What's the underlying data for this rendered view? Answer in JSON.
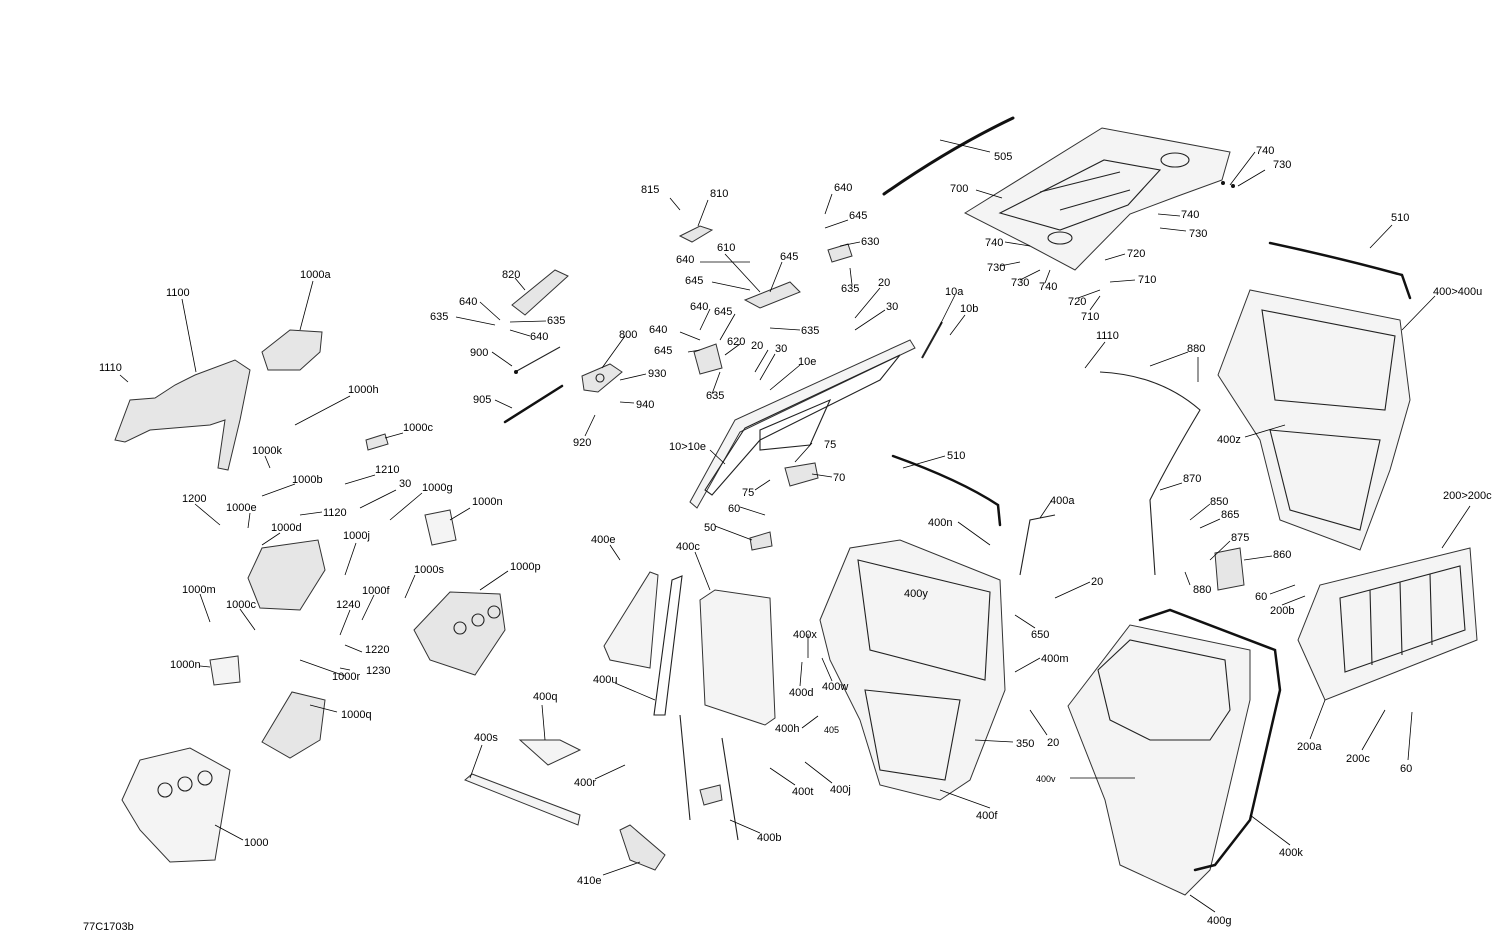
{
  "drawing_number": "77C1703b",
  "callouts": [
    {
      "id": "505",
      "text": "505"
    },
    {
      "id": "700",
      "text": "700"
    },
    {
      "id": "740a",
      "text": "740"
    },
    {
      "id": "730a",
      "text": "730"
    },
    {
      "id": "740b",
      "text": "740"
    },
    {
      "id": "730b",
      "text": "730"
    },
    {
      "id": "740c",
      "text": "740"
    },
    {
      "id": "730c",
      "text": "730"
    },
    {
      "id": "730d",
      "text": "730"
    },
    {
      "id": "740d",
      "text": "740"
    },
    {
      "id": "720a",
      "text": "720"
    },
    {
      "id": "710a",
      "text": "710"
    },
    {
      "id": "720b",
      "text": "720"
    },
    {
      "id": "710b",
      "text": "710"
    },
    {
      "id": "510a",
      "text": "510"
    },
    {
      "id": "400-400u",
      "text": "400>400u"
    },
    {
      "id": "1110b",
      "text": "1110"
    },
    {
      "id": "880a",
      "text": "880"
    },
    {
      "id": "400z",
      "text": "400z"
    },
    {
      "id": "870",
      "text": "870"
    },
    {
      "id": "850",
      "text": "850"
    },
    {
      "id": "865",
      "text": "865"
    },
    {
      "id": "875",
      "text": "875"
    },
    {
      "id": "860",
      "text": "860"
    },
    {
      "id": "880b",
      "text": "880"
    },
    {
      "id": "60a",
      "text": "60"
    },
    {
      "id": "200b",
      "text": "200b"
    },
    {
      "id": "200-200c",
      "text": "200>200c"
    },
    {
      "id": "200a",
      "text": "200a"
    },
    {
      "id": "200c",
      "text": "200c"
    },
    {
      "id": "60b",
      "text": "60"
    },
    {
      "id": "815",
      "text": "815"
    },
    {
      "id": "810",
      "text": "810"
    },
    {
      "id": "640a",
      "text": "640"
    },
    {
      "id": "645a",
      "text": "645"
    },
    {
      "id": "630",
      "text": "630"
    },
    {
      "id": "610",
      "text": "610"
    },
    {
      "id": "640b",
      "text": "640"
    },
    {
      "id": "645b",
      "text": "645"
    },
    {
      "id": "645c",
      "text": "645"
    },
    {
      "id": "635a",
      "text": "635"
    },
    {
      "id": "20a",
      "text": "20"
    },
    {
      "id": "30a",
      "text": "30"
    },
    {
      "id": "640c",
      "text": "640"
    },
    {
      "id": "645d",
      "text": "645"
    },
    {
      "id": "635b",
      "text": "635"
    },
    {
      "id": "640d",
      "text": "640"
    },
    {
      "id": "620",
      "text": "620"
    },
    {
      "id": "645e",
      "text": "645"
    },
    {
      "id": "20b",
      "text": "20"
    },
    {
      "id": "30b",
      "text": "30"
    },
    {
      "id": "635c",
      "text": "635"
    },
    {
      "id": "10e",
      "text": "10e"
    },
    {
      "id": "10a",
      "text": "10a"
    },
    {
      "id": "10b",
      "text": "10b"
    },
    {
      "id": "820",
      "text": "820"
    },
    {
      "id": "640e",
      "text": "640"
    },
    {
      "id": "635d",
      "text": "635"
    },
    {
      "id": "635e",
      "text": "635"
    },
    {
      "id": "640f",
      "text": "640"
    },
    {
      "id": "800",
      "text": "800"
    },
    {
      "id": "900",
      "text": "900"
    },
    {
      "id": "930",
      "text": "930"
    },
    {
      "id": "905",
      "text": "905"
    },
    {
      "id": "940",
      "text": "940"
    },
    {
      "id": "920",
      "text": "920"
    },
    {
      "id": "10-10e",
      "text": "10>10e"
    },
    {
      "id": "75a",
      "text": "75"
    },
    {
      "id": "70",
      "text": "70"
    },
    {
      "id": "75b",
      "text": "75"
    },
    {
      "id": "60c",
      "text": "60"
    },
    {
      "id": "50",
      "text": "50"
    },
    {
      "id": "510b",
      "text": "510"
    },
    {
      "id": "400a",
      "text": "400a"
    },
    {
      "id": "400n",
      "text": "400n"
    },
    {
      "id": "400y",
      "text": "400y"
    },
    {
      "id": "20c",
      "text": "20"
    },
    {
      "id": "650",
      "text": "650"
    },
    {
      "id": "400m",
      "text": "400m"
    },
    {
      "id": "400x",
      "text": "400x"
    },
    {
      "id": "400d",
      "text": "400d"
    },
    {
      "id": "400w",
      "text": "400w"
    },
    {
      "id": "400h",
      "text": "400h"
    },
    {
      "id": "405",
      "text": "405"
    },
    {
      "id": "350",
      "text": "350"
    },
    {
      "id": "20d",
      "text": "20"
    },
    {
      "id": "400j",
      "text": "400j"
    },
    {
      "id": "400t",
      "text": "400t"
    },
    {
      "id": "400f",
      "text": "400f"
    },
    {
      "id": "400v",
      "text": "400v"
    },
    {
      "id": "400k",
      "text": "400k"
    },
    {
      "id": "400g",
      "text": "400g"
    },
    {
      "id": "400e",
      "text": "400e"
    },
    {
      "id": "400c",
      "text": "400c"
    },
    {
      "id": "400u",
      "text": "400u"
    },
    {
      "id": "400q",
      "text": "400q"
    },
    {
      "id": "400s",
      "text": "400s"
    },
    {
      "id": "400r",
      "text": "400r"
    },
    {
      "id": "400b",
      "text": "400b"
    },
    {
      "id": "410e",
      "text": "410e"
    },
    {
      "id": "1100",
      "text": "1100"
    },
    {
      "id": "1000a",
      "text": "1000a"
    },
    {
      "id": "1110a",
      "text": "1110"
    },
    {
      "id": "1000h",
      "text": "1000h"
    },
    {
      "id": "1000c-top",
      "text": "1000c"
    },
    {
      "id": "1000k",
      "text": "1000k"
    },
    {
      "id": "1000b",
      "text": "1000b"
    },
    {
      "id": "1210",
      "text": "1210"
    },
    {
      "id": "30c",
      "text": "30"
    },
    {
      "id": "1000g",
      "text": "1000g"
    },
    {
      "id": "1000e",
      "text": "1000e"
    },
    {
      "id": "1200",
      "text": "1200"
    },
    {
      "id": "1120",
      "text": "1120"
    },
    {
      "id": "1000n-top",
      "text": "1000n"
    },
    {
      "id": "1000d",
      "text": "1000d"
    },
    {
      "id": "1000j",
      "text": "1000j"
    },
    {
      "id": "1000s",
      "text": "1000s"
    },
    {
      "id": "1000p",
      "text": "1000p"
    },
    {
      "id": "1000f",
      "text": "1000f"
    },
    {
      "id": "1000m",
      "text": "1000m"
    },
    {
      "id": "1240",
      "text": "1240"
    },
    {
      "id": "1000c-bot",
      "text": "1000c"
    },
    {
      "id": "1220",
      "text": "1220"
    },
    {
      "id": "1000n-bot",
      "text": "1000n"
    },
    {
      "id": "1000r",
      "text": "1000r"
    },
    {
      "id": "1230",
      "text": "1230"
    },
    {
      "id": "1000q",
      "text": "1000q"
    },
    {
      "id": "1000",
      "text": "1000"
    }
  ]
}
